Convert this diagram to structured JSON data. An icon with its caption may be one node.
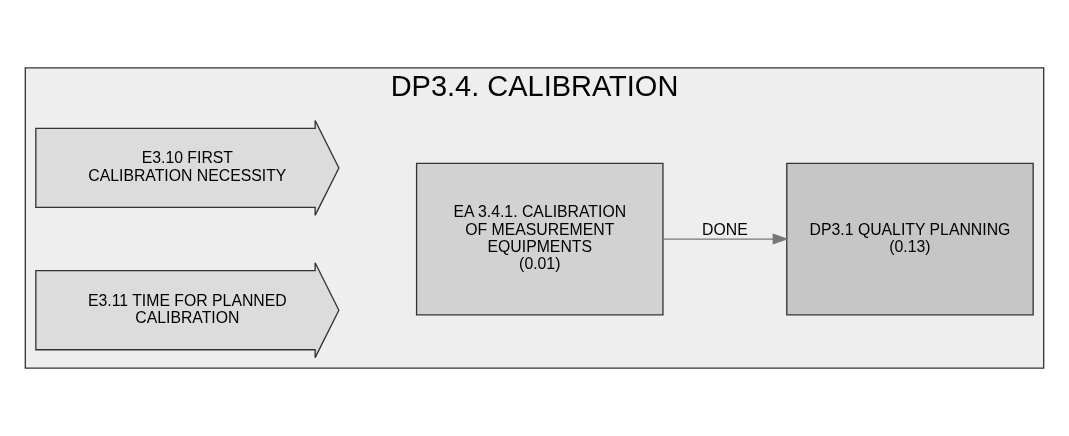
{
  "diagram": {
    "nodes": [
      {
        "text": [
          "DP3.4. CALIBRATION"
        ]
      },
      {
        "text": [
          "E3.10 FIRST CALIBRATION NECESSITY"
        ],
        "in": 0
      },
      {
        "text": [
          "E3.11 TIME FOR PLANNED CALIBRATION"
        ],
        "in": 0
      },
      {
        "text": [
          "EA 3.4.1. CALIBRATION OF MEASUREMENT EQUIPMENTS",
          "(0.01)"
        ],
        "in": 0
      },
      {
        "text": [
          "DP3.1 QUALITY PLANNING",
          "(0.13)"
        ],
        "in": 0
      }
    ],
    "edges": [
      {
        "from": 3,
        "to": 4,
        "arrow": "to",
        "label": "DONE"
      }
    ]
  }
}
